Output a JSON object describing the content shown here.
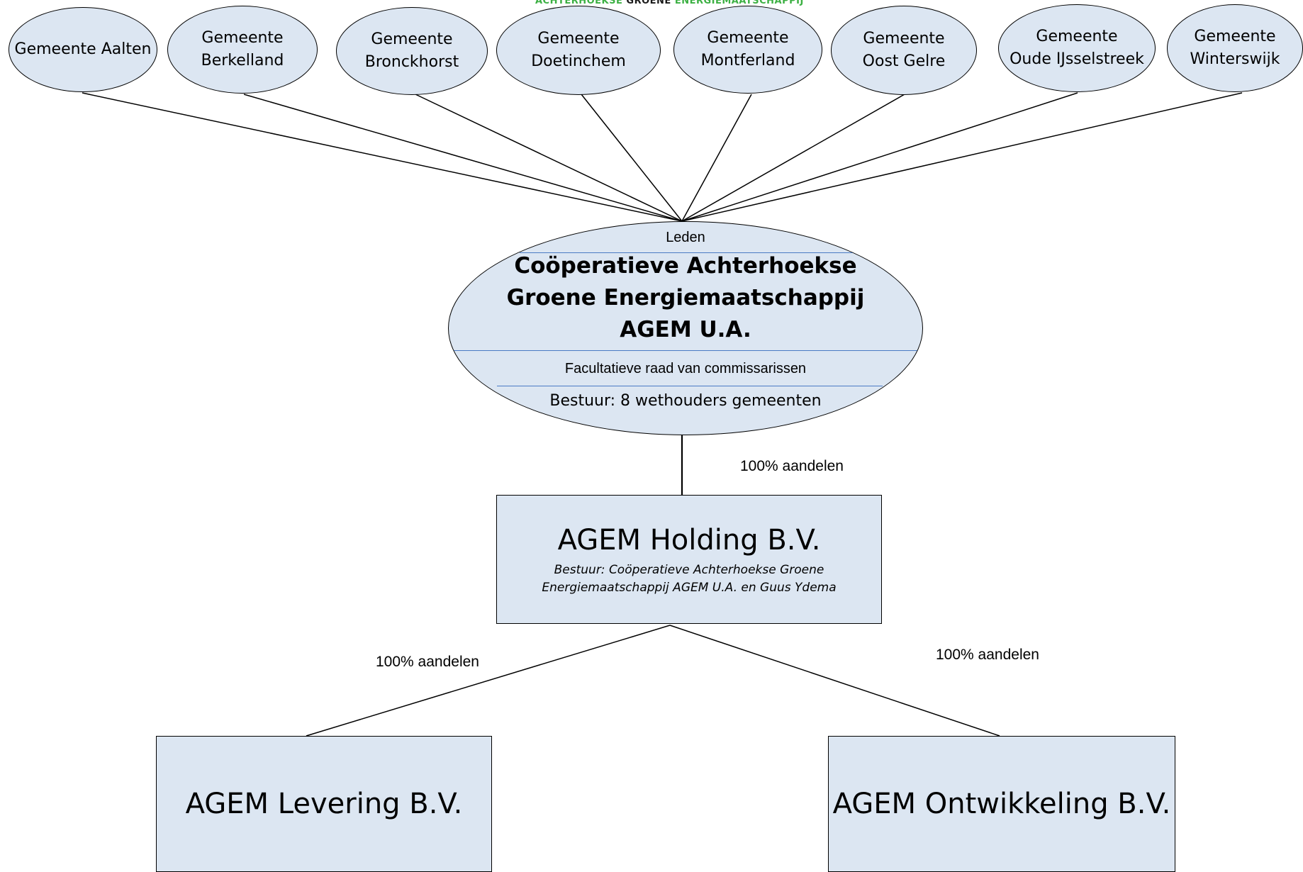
{
  "brand": {
    "part1": "ACHTERHOEKSE",
    "part2": "GROENE",
    "part3": "ENERGIEMAATSCHAPPIJ",
    "color_green": "#3cb043",
    "color_dark": "#1a1a1a"
  },
  "members": [
    {
      "line1": "Gemeente Aalten",
      "line2": ""
    },
    {
      "line1": "Gemeente",
      "line2": "Berkelland"
    },
    {
      "line1": "Gemeente",
      "line2": "Bronckhorst"
    },
    {
      "line1": "Gemeente",
      "line2": "Doetinchem"
    },
    {
      "line1": "Gemeente",
      "line2": "Montferland"
    },
    {
      "line1": "Gemeente",
      "line2": "Oost Gelre"
    },
    {
      "line1": "Gemeente",
      "line2": "Oude IJsselstreek"
    },
    {
      "line1": "Gemeente",
      "line2": "Winterswijk"
    }
  ],
  "cooperative": {
    "members_label": "Leden",
    "name_line1": "Coöperatieve Achterhoekse",
    "name_line2": "Groene Energiemaatschappij",
    "name_line3": "AGEM U.A.",
    "supervisory": "Facultatieve raad van commissarissen",
    "board": "Bestuur:  8 wethouders gemeenten"
  },
  "holding": {
    "share_label": "100% aandelen",
    "name": "AGEM Holding B.V.",
    "board_line1": "Bestuur: Coöperatieve Achterhoekse Groene",
    "board_line2": "Energiemaatschappij  AGEM U.A. en Guus Ydema"
  },
  "subsidiaries": [
    {
      "name": "AGEM Levering B.V.",
      "share_label": "100% aandelen"
    },
    {
      "name": "AGEM Ontwikkeling B.V.",
      "share_label": "100% aandelen"
    }
  ],
  "colors": {
    "fill": "#dce6f2",
    "divider": "#4a7bc4"
  }
}
